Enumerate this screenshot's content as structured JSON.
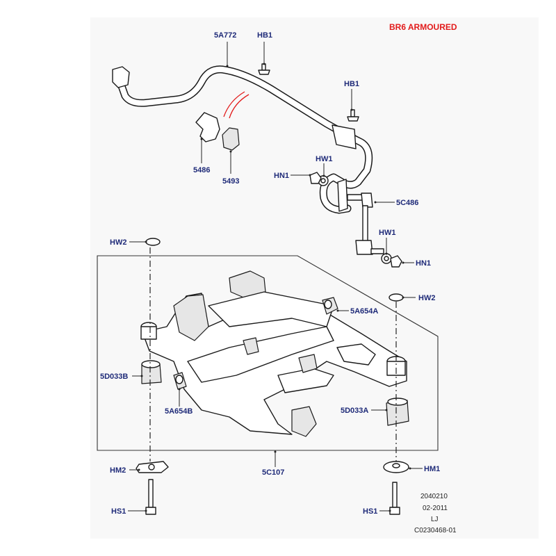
{
  "banner": "BR6 ARMOURED",
  "labels": {
    "stabilizer_bar": "5A772",
    "bolt_top_left": "HB1",
    "bolt_top_right": "HB1",
    "bracket": "5486",
    "bush": "5493",
    "washer_upper": "HW1",
    "nut_upper": "HN1",
    "link": "5C486",
    "washer_lower": "HW1",
    "nut_lower": "HN1",
    "hw2_left": "HW2",
    "hw2_right": "HW2",
    "bush_5a654a": "5A654A",
    "bush_5d033b": "5D033B",
    "bush_5a654b": "5A654B",
    "bush_5d033a": "5D033A",
    "subframe": "5C107",
    "hm2": "HM2",
    "hm1": "HM1",
    "hs1_left": "HS1",
    "hs1_right": "HS1"
  },
  "reference": {
    "line1": "2040210",
    "line2": "02-2011",
    "line3": "LJ",
    "line4": "C0230468-01"
  },
  "colors": {
    "label": "#1e2a78",
    "banner": "#e21b1b",
    "background": "#f8f8f8"
  }
}
